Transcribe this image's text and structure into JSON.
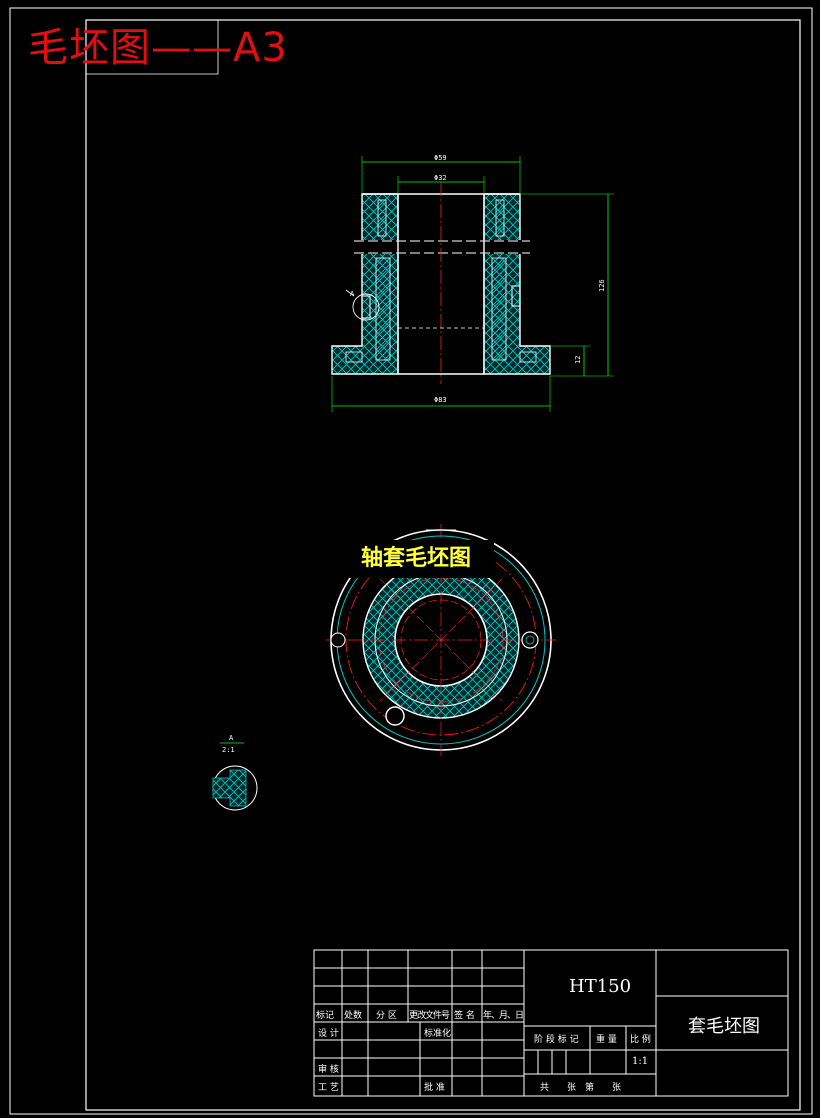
{
  "drawing": {
    "sheet_title": "毛坯图——A3",
    "part_label": "轴套毛坯图",
    "detail_view": {
      "letter": "A",
      "scale": "2:1"
    },
    "section_marker": "A"
  },
  "dimensions": {
    "outer_top_dia": "Φ59",
    "inner_dia": "Φ32",
    "height": "126",
    "flange_height": "12",
    "flange_dia": "Φ83"
  },
  "title_block": {
    "material": "HT150",
    "drawing_name": "套毛坯图",
    "headers": [
      "标记",
      "处数",
      "分 区",
      "更改文件号",
      "签 名",
      "年、月、日"
    ],
    "design_label": "设 计",
    "standard_label": "标准化",
    "review_label": "审 核",
    "process_label": "工 艺",
    "approve_label": "批 准",
    "stage_mark_label": "阶 段 标 记",
    "weight_label": "重 量",
    "scale_label": "比 例",
    "scale_value": "1:1",
    "sheets_label": "共　　张　第　　张"
  },
  "colors": {
    "frame": "#ffffff",
    "outline": "#ffffff",
    "hatch": "#00c8c8",
    "center": "#ff2020",
    "dimension": "#00ff00",
    "title_red": "#e01010",
    "label_yellow": "#ffff40"
  }
}
